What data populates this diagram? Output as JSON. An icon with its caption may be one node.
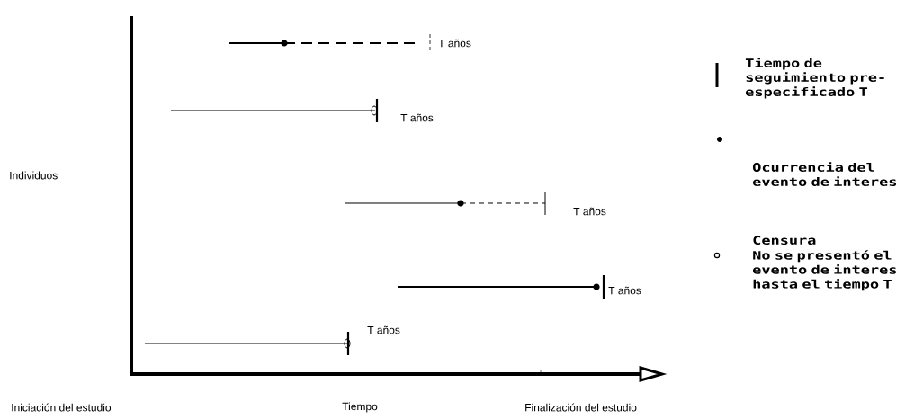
{
  "diagram": {
    "labels": [
      "T años",
      "T años",
      "T años",
      "T años",
      "T años",
      "Individuos",
      "Iniciación del estudio",
      "Tiempo",
      "Finalización del estudio",
      "No se presentó el evento de interes hasta el tiempo T"
    ],
    "legend": [
      {
        "text": "Tiempo de seguimiento pre-especificado T"
      },
      {
        "text": "Ocurrencia del evento de interes"
      },
      {
        "text": "Censura"
      }
    ]
  }
}
